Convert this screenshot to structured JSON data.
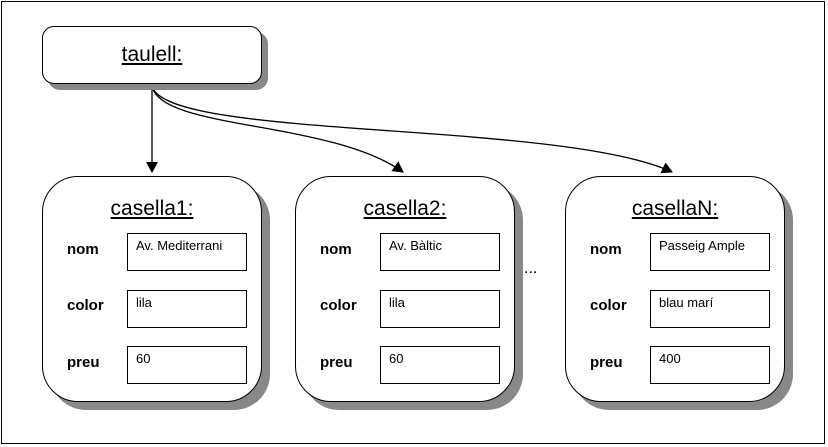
{
  "root": {
    "title": "taulell:"
  },
  "cells": [
    {
      "title": "casella1:",
      "fields": [
        {
          "label": "nom",
          "value": "Av. Mediterrani"
        },
        {
          "label": "color",
          "value": "lila"
        },
        {
          "label": "preu",
          "value": "60"
        }
      ]
    },
    {
      "title": "casella2:",
      "fields": [
        {
          "label": "nom",
          "value": "Av. Bàltic"
        },
        {
          "label": "color",
          "value": "lila"
        },
        {
          "label": "preu",
          "value": "60"
        }
      ]
    },
    {
      "title": "casellaN:",
      "fields": [
        {
          "label": "nom",
          "value": "Passeig Ample"
        },
        {
          "label": "color",
          "value": "blau marí"
        },
        {
          "label": "preu",
          "value": "400"
        }
      ]
    }
  ],
  "ellipsis": "..."
}
